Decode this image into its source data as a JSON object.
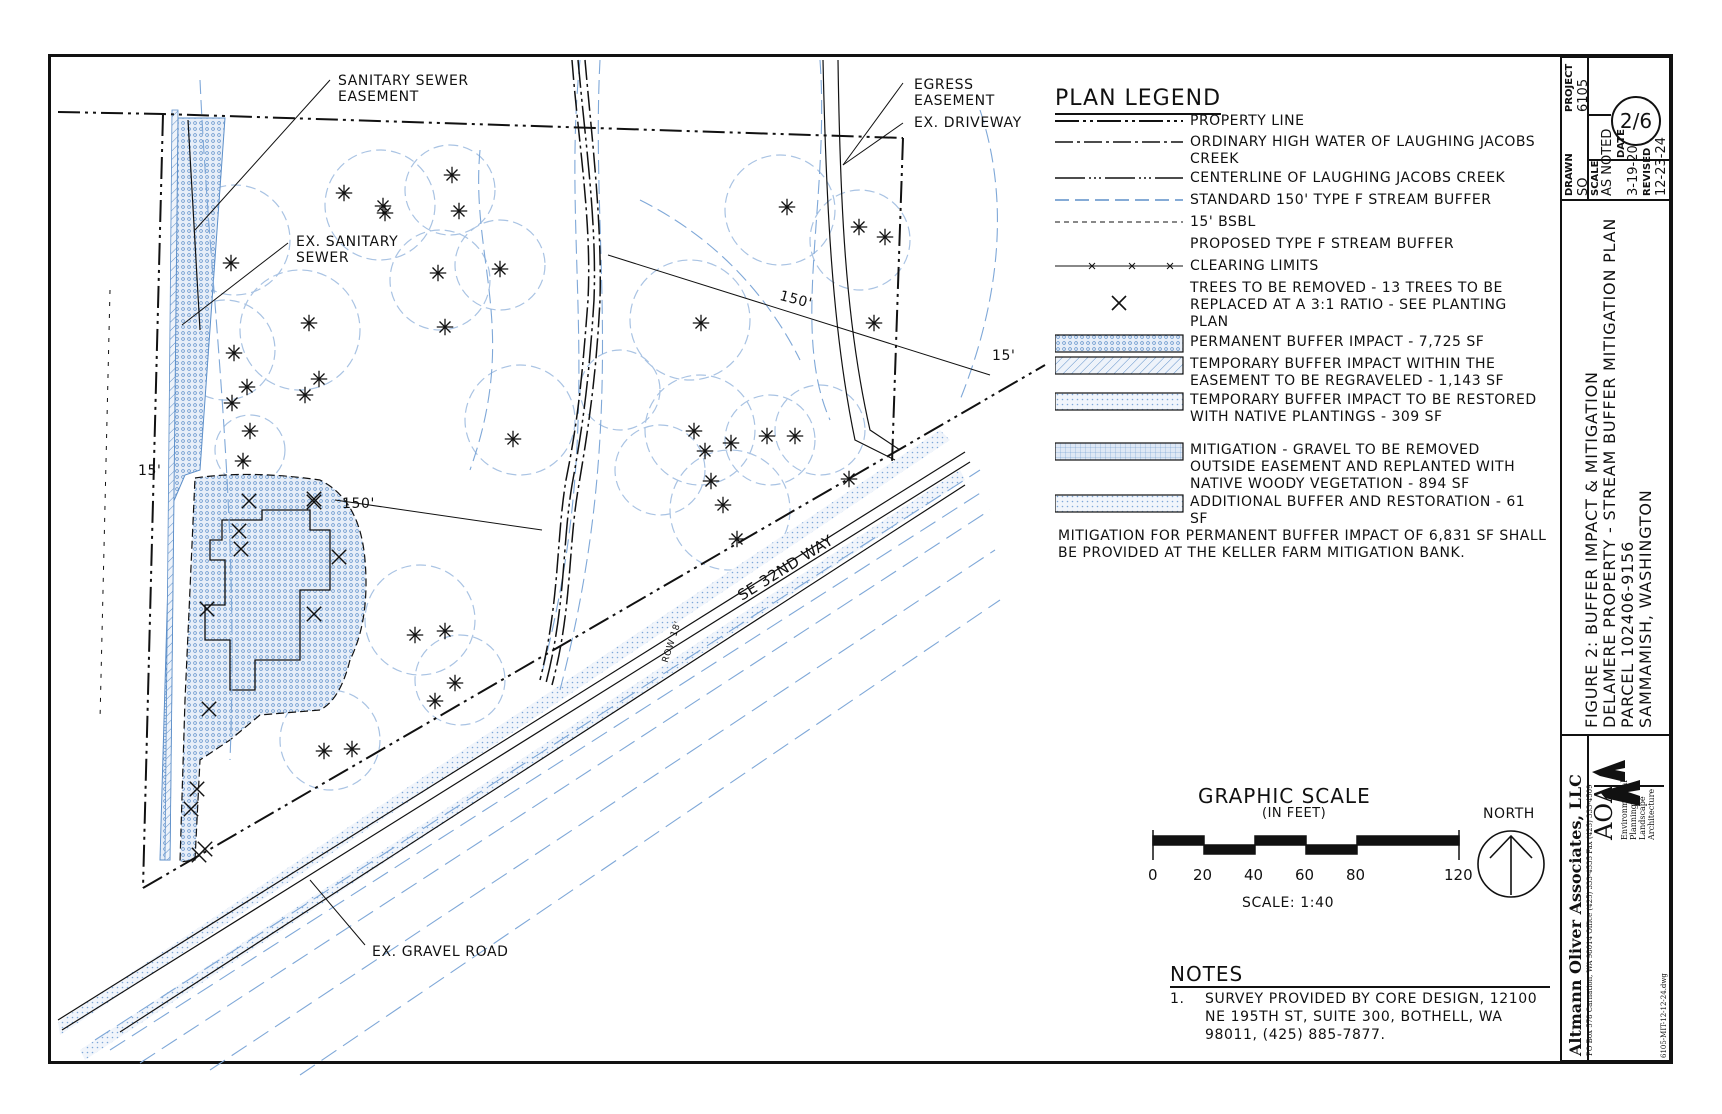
{
  "plan_labels": {
    "sanitary_easement": [
      "SANITARY SEWER",
      "EASEMENT"
    ],
    "ex_sanitary_sewer": [
      "EX. SANITARY",
      "SEWER"
    ],
    "egress_easement": [
      "EGRESS",
      "EASEMENT"
    ],
    "ex_driveway": "EX. DRIVEWAY",
    "ex_gravel_road": "EX. GRAVEL ROAD",
    "road_name": "SE 32ND WAY",
    "dim_150_right": "150'",
    "dim_150_left": "150'",
    "dim_15_right": "15'",
    "dim_15_left": "15'",
    "row_dim": "ROW 18'"
  },
  "legend": {
    "title": "PLAN LEGEND",
    "items": [
      {
        "symbol": "property-line",
        "text": "PROPERTY LINE"
      },
      {
        "symbol": "ohw-line",
        "text": "ORDINARY HIGH WATER OF LAUGHING JACOBS CREEK"
      },
      {
        "symbol": "centerline",
        "text": "CENTERLINE OF LAUGHING JACOBS CREEK"
      },
      {
        "symbol": "standard-buffer-line",
        "text": "STANDARD 150' TYPE F STREAM BUFFER"
      },
      {
        "symbol": "bsbl-line",
        "text": "15' BSBL"
      },
      {
        "symbol": "proposed-buffer",
        "text": "PROPOSED TYPE F STREAM BUFFER"
      },
      {
        "symbol": "clearing-limits",
        "text": "CLEARING LIMITS"
      },
      {
        "symbol": "tree-x",
        "text": "TREES TO BE REMOVED - 13 TREES TO BE REPLACED AT A 3:1 RATIO - SEE PLANTING PLAN"
      },
      {
        "symbol": "hatch-permanent",
        "text": "PERMANENT BUFFER IMPACT - 7,725 SF"
      },
      {
        "symbol": "hatch-temp-regravel",
        "text": "TEMPORARY BUFFER IMPACT WITHIN THE EASEMENT TO BE REGRAVELED - 1,143 SF"
      },
      {
        "symbol": "hatch-temp-restore",
        "text": "TEMPORARY BUFFER IMPACT TO BE RESTORED WITH NATIVE PLANTINGS - 309 SF"
      },
      {
        "symbol": "hatch-mitigation",
        "text": "MITIGATION - GRAVEL TO BE REMOVED OUTSIDE EASEMENT AND REPLANTED WITH NATIVE WOODY VEGETATION - 894 SF"
      },
      {
        "symbol": "hatch-additional",
        "text": "ADDITIONAL BUFFER AND RESTORATION - 61 SF"
      }
    ],
    "mitigation_note": "MITIGATION FOR PERMANENT BUFFER IMPACT OF 6,831 SF SHALL BE PROVIDED AT THE KELLER FARM MITIGATION BANK."
  },
  "scale": {
    "title": "GRAPHIC SCALE",
    "subtitle": "(IN FEET)",
    "ticks": [
      "0",
      "20",
      "40",
      "60",
      "80",
      "120"
    ],
    "ratio": "SCALE: 1:40",
    "north": "NORTH"
  },
  "notes": {
    "title": "NOTES",
    "items": [
      {
        "num": "1.",
        "text": "SURVEY PROVIDED BY CORE DESIGN, 12100 NE 195TH ST, SUITE 300, BOTHELL, WA 98011, (425) 885-7877."
      }
    ]
  },
  "title_block": {
    "project_label": "PROJECT",
    "project_value": "6105",
    "drawn_label": "DRAWN",
    "drawn_value": "SO",
    "scale_label": "SCALE",
    "scale_value": "AS NOTED",
    "date_label": "DATE",
    "date_value": "3-19-20",
    "revised_label": "REVISED",
    "revised_value": "12-23-24",
    "sheet": "2/6",
    "figure_lines": [
      "FIGURE 2: BUFFER IMPACT & MITIGATION",
      "DELAMERE PROPERTY - STREAM BUFFER MITIGATION PLAN",
      "PARCEL 102406-9156",
      "SAMMAMISH, WASHINGTON"
    ],
    "firm": "Altmann Oliver Associates, LLC",
    "firm_contact": "PO Box 578   Carnation, WA 98014   Office (425) 333-4535  Fax (425) 333-4509",
    "logo_text": "AOA",
    "firm_tagline": "Environmental Planning & Landscape Architecture",
    "file_name": "6105-MIT-12-12-24.dwg"
  },
  "colors": {
    "ink": "#111111",
    "survey_blue": "#7fa8d8",
    "pale_blue": "#a9c3e3",
    "hatch_blue": "#5d8fc9"
  }
}
